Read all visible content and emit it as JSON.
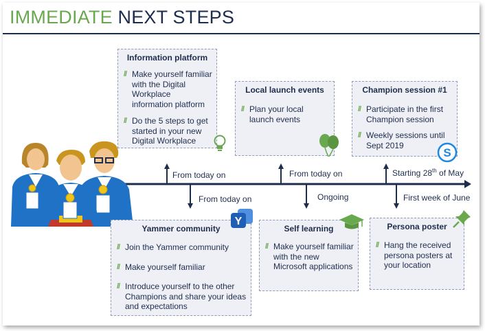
{
  "title": {
    "part1": "IMMEDIATE",
    "part2": "NEXT STEPS"
  },
  "colors": {
    "navy": "#1f2d4d",
    "green": "#6aa84f",
    "box_fill": "#eef0f5",
    "box_border": "#8f9bb8"
  },
  "icons": [
    "people-group-icon",
    "lightbulb-icon",
    "balloons-icon",
    "skype-icon",
    "yammer-icon",
    "graduation-cap-icon",
    "pushpin-icon"
  ],
  "upper_boxes": [
    {
      "title": "Information platform",
      "items": [
        "Make yourself familiar with the Digital Workplace information platform",
        "Do the 5 steps to get started in your new Digital Workplace"
      ]
    },
    {
      "title": "Local launch events",
      "items": [
        "Plan your local launch events"
      ]
    },
    {
      "title": "Champion session #1",
      "items": [
        "Participate in the first Champion session",
        "Weekly sessions until Sept 2019"
      ]
    }
  ],
  "lower_boxes": [
    {
      "title": "Yammer community",
      "items": [
        "Join the Yammer community",
        "Make yourself familiar",
        "Introduce yourself to the other Champions and share your ideas and expectations"
      ]
    },
    {
      "title": "Self learning",
      "items": [
        "Make yourself familiar with the new Microsoft applications"
      ]
    },
    {
      "title": "Persona poster",
      "items": [
        "Hang the received persona posters at your location"
      ]
    }
  ],
  "timeline_labels": {
    "up1": "From today on",
    "up2": "From today on",
    "up3_prefix": "Starting 28",
    "up3_sup": "th",
    "up3_suffix": " of May",
    "down1": "From today on",
    "down2": "Ongoing",
    "down3": "First week of June"
  },
  "bullet_mark": "//"
}
